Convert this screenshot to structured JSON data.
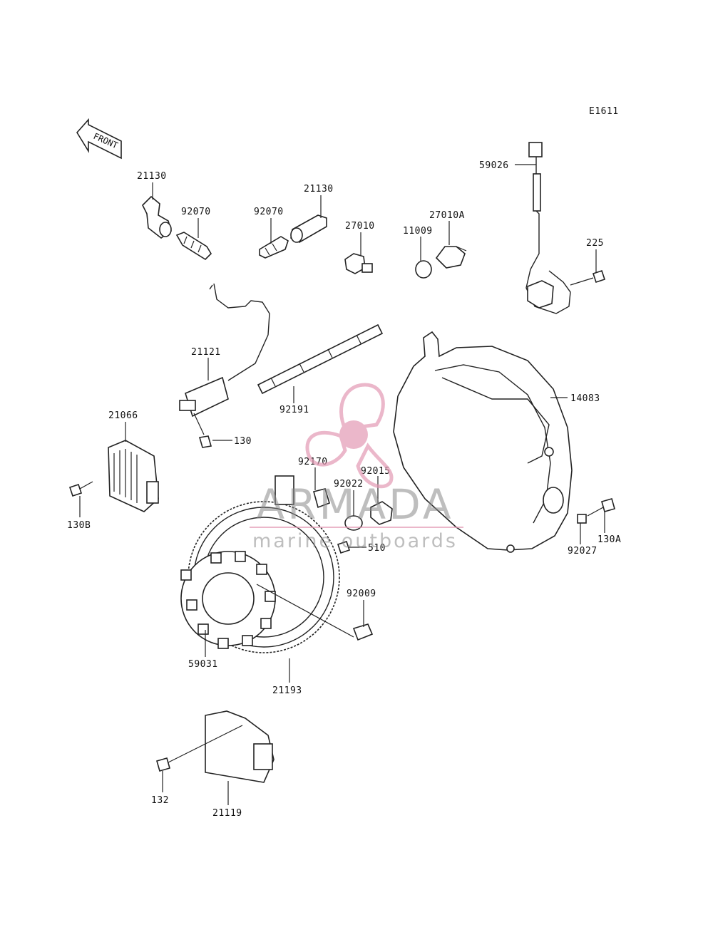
{
  "diagram_code": "E1611",
  "front_label": "FRONT",
  "watermark": {
    "brand": "ARMADA",
    "tagline": "marine outboards",
    "colors": {
      "logo": "#e39ab4",
      "text": "#8a8a8a"
    }
  },
  "callouts": [
    "21130",
    "92070",
    "92070",
    "21130",
    "27010",
    "11009",
    "27010A",
    "59026",
    "225",
    "21121",
    "92191",
    "14083",
    "130",
    "21066",
    "130B",
    "92170",
    "92015",
    "92022",
    "510",
    "92027",
    "130A",
    "92009",
    "59031",
    "21193",
    "132",
    "21119"
  ]
}
